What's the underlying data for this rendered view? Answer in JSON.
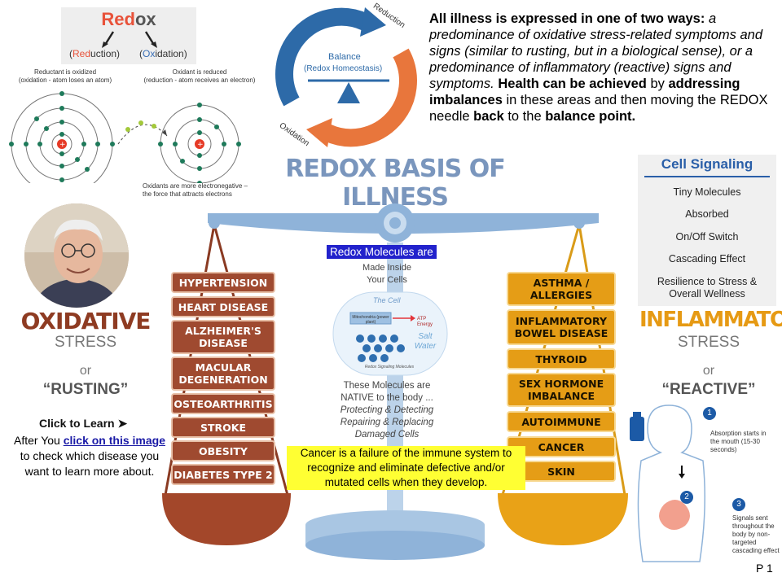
{
  "redox": {
    "word_red": "Red",
    "word_ox": "ox",
    "reduction_pre": "(",
    "reduction_red": "Red",
    "reduction_post": "uction)",
    "oxidation_pre": "(",
    "oxidation_blue": "Ox",
    "oxidation_post": "idation)"
  },
  "atoms": {
    "reductant_line1": "Reductant is oxidized",
    "reductant_line2": "(oxidation - atom loses an atom)",
    "oxidant_line1": "Oxidant is reduced",
    "oxidant_line2": "(reduction - atom receives an electron)",
    "note_line1": "Oxidants are more electronegative –",
    "note_line2": "the force that attracts electrons"
  },
  "cycle": {
    "reduction": "Reduction",
    "oxidation": "Oxidation",
    "balance": "Balance",
    "homeostasis": "(Redox Homeostasis)"
  },
  "intro": {
    "line1": "All illness is expressed in one of two ways:",
    "italic_text": "a predominance of oxidative stress-related symptoms and signs (similar to rusting, but in a biological sense), or a predominance of inflammatory (reactive) signs and symptoms.",
    "health_bold": "Health can be achieved",
    "by": " by ",
    "addressing_bold": "addressing imbalances",
    "middle": " in these areas and then moving the REDOX needle ",
    "back_bold": "back",
    "to_the": " to the ",
    "balance_bold": "balance point."
  },
  "main_title": "REDOX BASIS OF ILLNESS",
  "cell_signaling": {
    "title": "Cell Signaling",
    "items": [
      "Tiny Molecules",
      "Absorbed",
      "On/Off Switch",
      "Cascading Effect",
      "Resilience to Stress &",
      "Overall Wellness"
    ]
  },
  "left_side": {
    "title": "OXIDATIVE",
    "stress": "STRESS",
    "or": "or",
    "quote": "“RUSTING”",
    "click_learn": "Click to Learn ➤",
    "after_pre": "After You ",
    "after_link": "click on this image",
    "after_post": " to check which disease you want to learn more about.",
    "diseases": [
      "HYPERTENSION",
      "HEART DISEASE",
      "ALZHEIMER'S DISEASE",
      "MACULAR DEGENERATION",
      "OSTEOARTHRITIS",
      "STROKE",
      "OBESITY",
      "DIABETES TYPE 2"
    ]
  },
  "right_side": {
    "title": "INFLAMMATORY",
    "stress": "STRESS",
    "or": "or",
    "quote": "“REACTIVE”",
    "diseases": [
      "ASTHMA / ALLERGIES",
      "INFLAMMATORY BOWEL DISEASE",
      "THYROID",
      "SEX HORMONE IMBALANCE",
      "AUTOIMMUNE",
      "CANCER",
      "SKIN"
    ]
  },
  "center": {
    "redox_molecules": "Redox Molecules are",
    "made_inside": "Made Inside",
    "your_cells": "Your Cells",
    "the_cell": "The Cell",
    "mitochondria": "Mitochondria (power plant)",
    "atp": "ATP Energy",
    "salt_water": "Salt Water",
    "signaling": "Redox Signaling Molecules",
    "native1": "These Molecules are",
    "native2": "NATIVE to the body ...",
    "protecting": "Protecting & Detecting",
    "repairing": "Repairing & Replacing",
    "damaged": "Damaged Cells",
    "cancer_text": "Cancer is a failure of the immune system to recognize and eliminate defective and/or mutated cells when they develop."
  },
  "absorption": {
    "n1": "1",
    "n2": "2",
    "n3": "3",
    "text1": "Absorption starts in the mouth (15-30 seconds)",
    "text3": "Signals sent throughout the body by non-targeted cascading effect"
  },
  "page_number": "P 1",
  "colors": {
    "rust": "#9f4a30",
    "amber": "#e59d16",
    "scale_blue": "#8fb3d9"
  }
}
